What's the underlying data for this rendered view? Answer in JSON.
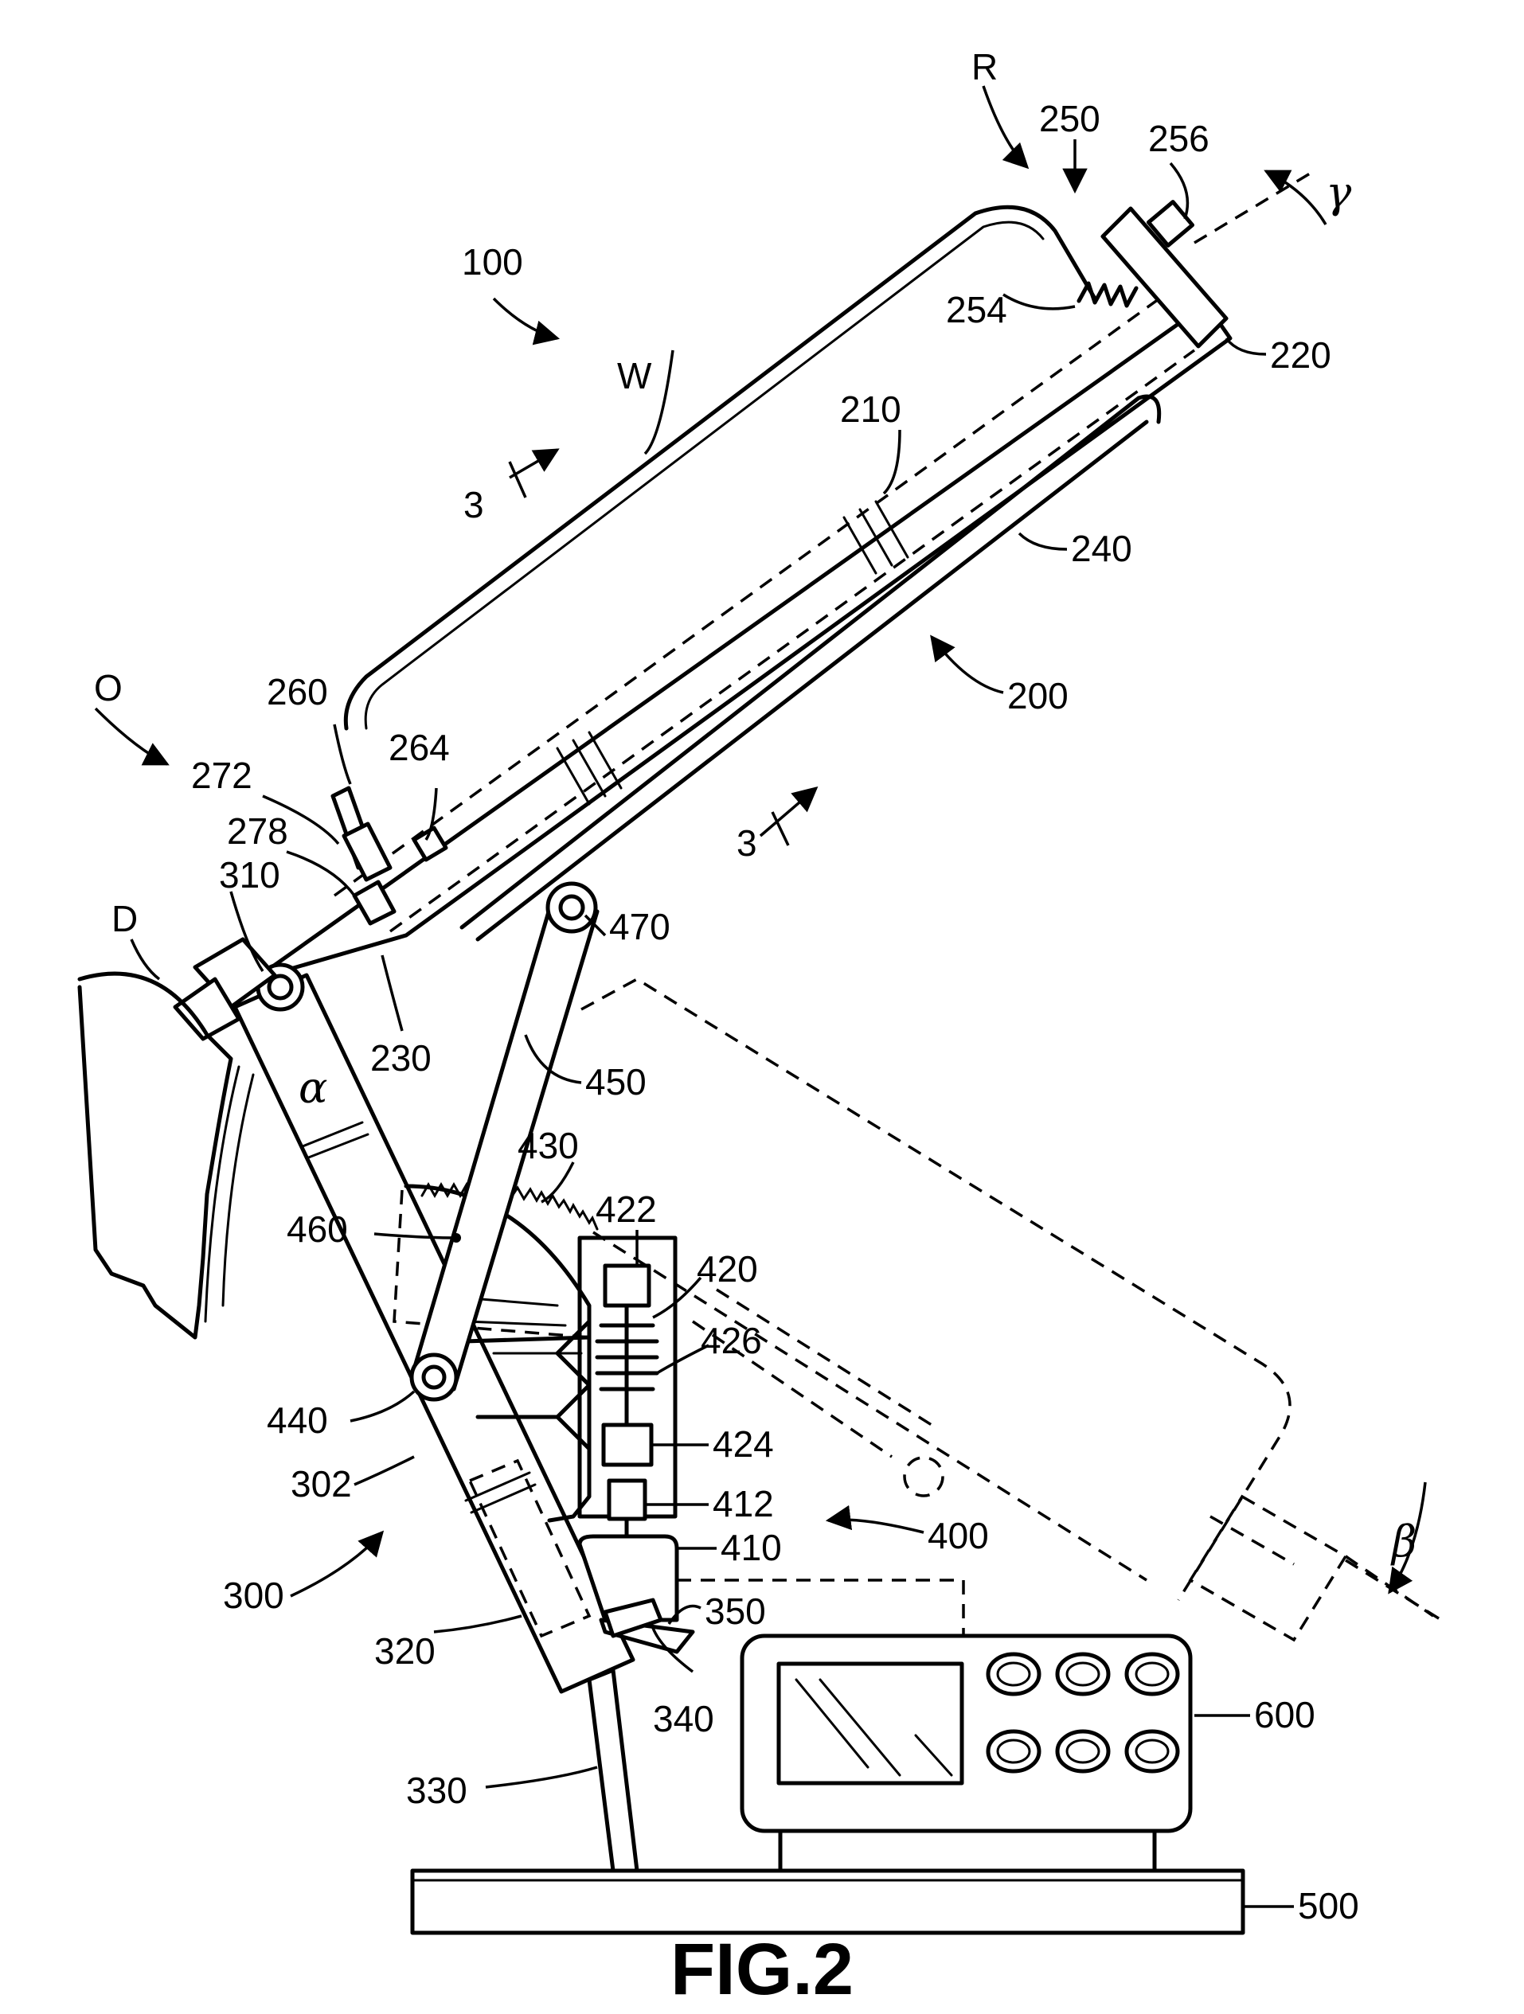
{
  "figure": {
    "caption": "FIG.2",
    "labels": {
      "l100": "100",
      "l200": "200",
      "l210": "210",
      "l220": "220",
      "l230": "230",
      "l240": "240",
      "l250": "250",
      "l254": "254",
      "l256": "256",
      "l260": "260",
      "l264": "264",
      "l272": "272",
      "l278": "278",
      "l300": "300",
      "l302": "302",
      "l310": "310",
      "l320": "320",
      "l330": "330",
      "l340": "340",
      "l350": "350",
      "l400": "400",
      "l410": "410",
      "l412": "412",
      "l420": "420",
      "l422": "422",
      "l424": "424",
      "l426": "426",
      "l430": "430",
      "l440": "440",
      "l450": "450",
      "l460": "460",
      "l470": "470",
      "l500": "500",
      "l600": "600",
      "R": "R",
      "W": "W",
      "O": "O",
      "D": "D",
      "sec3a": "3",
      "sec3b": "3",
      "alpha": "α",
      "beta": "β",
      "gamma": "γ"
    }
  }
}
